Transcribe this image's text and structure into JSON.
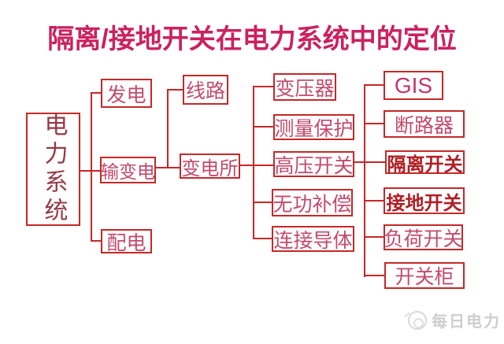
{
  "title": "隔离/接地开关在电力系统中的定位",
  "nodes": {
    "root": {
      "label": "电力系统"
    },
    "fadian": {
      "label": "发电"
    },
    "shubiandian": {
      "label": "输变电"
    },
    "peidian": {
      "label": "配电"
    },
    "xianlu": {
      "label": "线路"
    },
    "biandiansuo": {
      "label": "变电所"
    },
    "bianyaqi": {
      "label": "变压器"
    },
    "celiangbaohu": {
      "label": "测量保护"
    },
    "gaoyakaiguan": {
      "label": "高压开关"
    },
    "wugongbuchang": {
      "label": "无功补偿"
    },
    "lianjiedaoti": {
      "label": "连接导体"
    },
    "gis": {
      "label": "GIS"
    },
    "duanluqi": {
      "label": "断路器"
    },
    "gelikaiguan": {
      "label": "隔离开关",
      "emphasis": true
    },
    "jiedikaiguan": {
      "label": "接地开关",
      "emphasis": true
    },
    "fuhekaiguan": {
      "label": "负荷开关"
    },
    "kaiguangui": {
      "label": "开关柜"
    }
  },
  "edges": [
    {
      "from": "电力系统",
      "to": [
        "发电",
        "输变电",
        "配电"
      ]
    },
    {
      "from": "输变电",
      "to": [
        "线路",
        "变电所"
      ]
    },
    {
      "from": "变电所",
      "to": [
        "变压器",
        "测量保护",
        "高压开关",
        "无功补偿",
        "连接导体"
      ]
    },
    {
      "from": "高压开关",
      "to": [
        "GIS",
        "断路器",
        "隔离开关",
        "接地开关",
        "负荷开关",
        "开关柜"
      ]
    }
  ],
  "watermark": {
    "text": "每日电力",
    "icon": "daily-power-logo"
  },
  "colors": {
    "background": "#ffffff",
    "box_border": "#c62828",
    "title_text": "#cb2160",
    "node_text": "#c24a6e",
    "root_node_text": "#953a46",
    "emphasis_text": "#b11e24",
    "watermark_gray": "#c6c6c6"
  }
}
